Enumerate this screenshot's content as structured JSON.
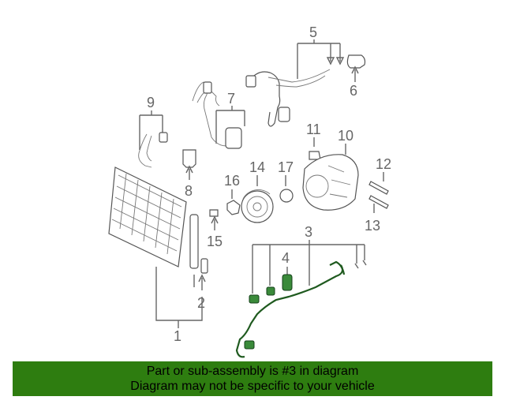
{
  "callouts": {
    "c1": "1",
    "c2": "2",
    "c3": "3",
    "c4": "4",
    "c5": "5",
    "c6": "6",
    "c7": "7",
    "c8": "8",
    "c9": "9",
    "c10": "10",
    "c11": "11",
    "c12": "12",
    "c13": "13",
    "c14": "14",
    "c15": "15",
    "c16": "16",
    "c17": "17"
  },
  "banner": {
    "line1": "Part or sub-assembly is #3 in diagram",
    "line2": "Diagram may not be specific to your vehicle"
  },
  "colors": {
    "highlight": "#3a8a3a",
    "banner": "#2e7d10"
  }
}
